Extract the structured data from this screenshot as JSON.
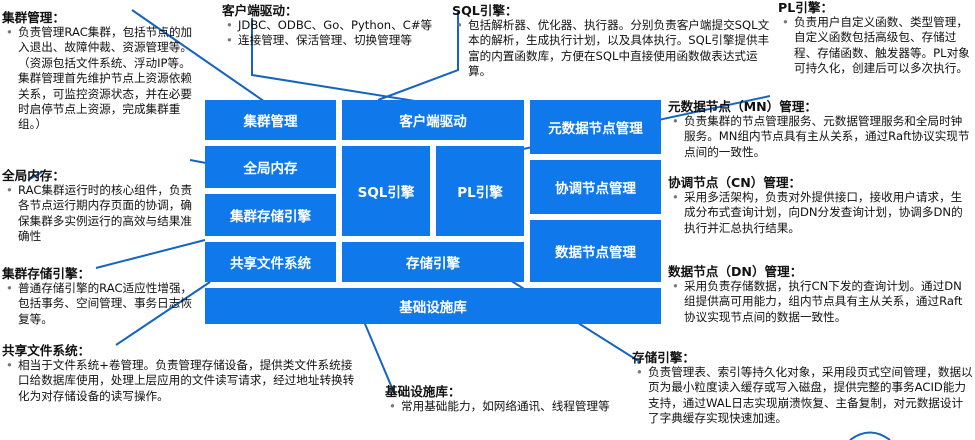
{
  "colors": {
    "box_fill": "#0f78ea",
    "box_text": "#ffffff",
    "connector": "#1565c0"
  },
  "boxes": {
    "cluster_mgmt": "集群管理",
    "global_memory": "全局内存",
    "cluster_storage": "集群存储引擎",
    "shared_fs": "共享文件系统",
    "client_driver": "客户端驱动",
    "sql_engine": "SQL引擎",
    "pl_engine": "PL引擎",
    "storage_engine": "存储引擎",
    "infrastructure": "基础设施库",
    "metadata_node": "元数据节点管理",
    "coordinator_node": "协调节点管理",
    "data_node": "数据节点管理"
  },
  "callouts": {
    "cluster_mgmt": {
      "title": "集群管理：",
      "items": [
        "负责管理RAC集群，包括节点的加入退出、故障仲裁、资源管理等。（资源包括文件系统、浮动IP等。集群管理首先维护节点上资源依赖关系，可监控资源状态，并在必要时启停节点上资源，完成集群重组。）"
      ]
    },
    "global_memory": {
      "title": "全局内存：",
      "items": [
        "RAC集群运行时的核心组件，负责各节点运行期内存页面的协调，确保集群多实例运行的高效与结果准确性"
      ]
    },
    "cluster_storage": {
      "title": "集群存储引擎：",
      "items": [
        "普通存储引擎的RAC适应性增强，包括事务、空间管理、事务日志恢复等。"
      ]
    },
    "shared_fs": {
      "title": "共享文件系统：",
      "items": [
        "相当于文件系统+卷管理。负责管理存储设备，提供类文件系统接口给数据库使用，处理上层应用的文件读写请求，经过地址转换转化为对存储设备的读写操作。"
      ]
    },
    "client_driver": {
      "title": "客户端驱动：",
      "items": [
        "JDBC、ODBC、Go、Python、C#等",
        "连接管理、保活管理、切换管理等"
      ]
    },
    "sql_engine": {
      "title": "SQL引擎：",
      "items": [
        "包括解析器、优化器、执行器。分别负责客户端提交SQL文本的解析，生成执行计划，以及具体执行。SQL引擎提供丰富的内置函数库，方便在SQL中直接使用函数做表达式运算。"
      ]
    },
    "pl_engine": {
      "title": "PL引擎：",
      "items": [
        "负责用户自定义函数、类型管理，自定义函数包括高级包、存储过程、存储函数、触发器等。PL对象可持久化，创建后可以多次执行。"
      ]
    },
    "metadata_node": {
      "title": "元数据节点（MN）管理：",
      "items": [
        "负责集群的节点管理服务、元数据管理服务和全局时钟服务。MN组内节点具有主从关系，通过Raft协议实现节点间的一致性。"
      ]
    },
    "coordinator_node": {
      "title": "协调节点（CN）管理：",
      "items": [
        "采用多活架构，负责对外提供接口，接收用户请求，生成分布式查询计划，向DN分发查询计划，协调多DN的执行并汇总执行结果。"
      ]
    },
    "data_node": {
      "title": "数据节点（DN）管理：",
      "items": [
        "采用负责存储数据，执行CN下发的查询计划。通过DN组提供高可用能力，组内节点具有主从关系，通过Raft协议实现节点间的数据一致性。"
      ]
    },
    "storage_engine": {
      "title": "存储引擎：",
      "items": [
        "负责管理表、索引等持久化对象，采用段页式空间管理，数据以页为最小粒度读入缓存或写入磁盘，提供完整的事务ACID能力支持，通过WAL日志实现崩溃恢复、主备复制，对元数据设计了字典缓存实现快速加速。"
      ]
    },
    "infrastructure": {
      "title": "基础设施库：",
      "items": [
        "常用基础能力，如网络通讯、线程管理等"
      ]
    }
  }
}
